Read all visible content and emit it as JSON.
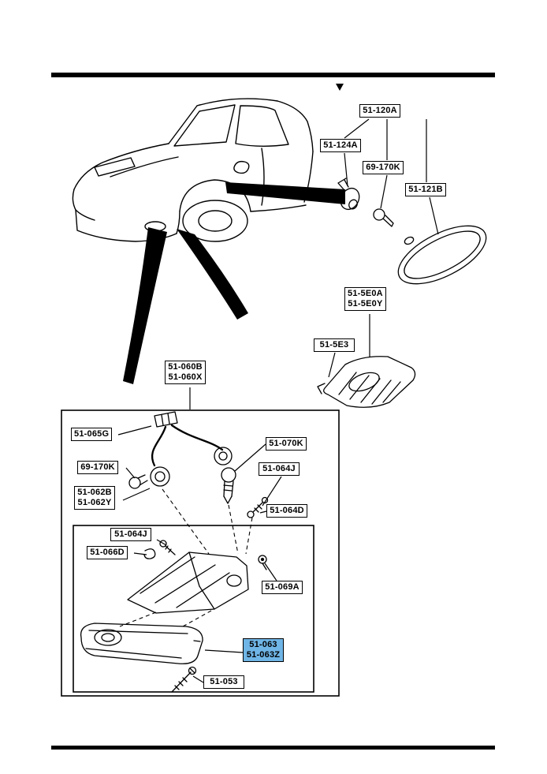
{
  "page": {
    "background": "#ffffff",
    "line_color": "#000000",
    "highlight_color": "#6fb5e6",
    "description_labels_only": true
  },
  "labels": {
    "l120A": {
      "text": "51-120A"
    },
    "l124A": {
      "text": "51-124A"
    },
    "l170K_top": {
      "text": "69-170K"
    },
    "l121B": {
      "text": "51-121B"
    },
    "l5E0": {
      "line1": "51-5E0A",
      "line2": "51-5E0Y"
    },
    "l5E3": {
      "text": "51-5E3"
    },
    "l060": {
      "line1": "51-060B",
      "line2": "51-060X"
    },
    "l065G": {
      "text": "51-065G"
    },
    "l070K": {
      "text": "51-070K"
    },
    "l170K_lamp": {
      "text": "69-170K"
    },
    "l064J_right": {
      "text": "51-064J"
    },
    "l062": {
      "line1": "51-062B",
      "line2": "51-062Y"
    },
    "l064D": {
      "text": "51-064D"
    },
    "l064J_left": {
      "text": "51-064J"
    },
    "l066D": {
      "text": "51-066D"
    },
    "l069A": {
      "text": "51-069A"
    },
    "l063": {
      "line1": "51-063",
      "line2": "51-063Z",
      "highlighted": true
    },
    "l053": {
      "text": "51-053"
    }
  }
}
